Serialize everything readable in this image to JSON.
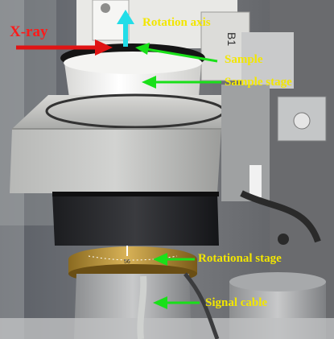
{
  "labels": {
    "xray": "X-ray",
    "rotation_axis": "Rotation axis",
    "sample": "Sample",
    "sample_stage": "Sample stage",
    "rotational_stage": "Rotational stage",
    "signal_cable": "Signal cable",
    "panel_mark": "B1",
    "dial_scale": "56"
  },
  "colors": {
    "xray_label": "#ff1a1a",
    "xray_arrow": "#e01414",
    "axis_arrow": "#22dde8",
    "pointer_arrows": "#19e019",
    "annotation_text": "#f2e600"
  }
}
